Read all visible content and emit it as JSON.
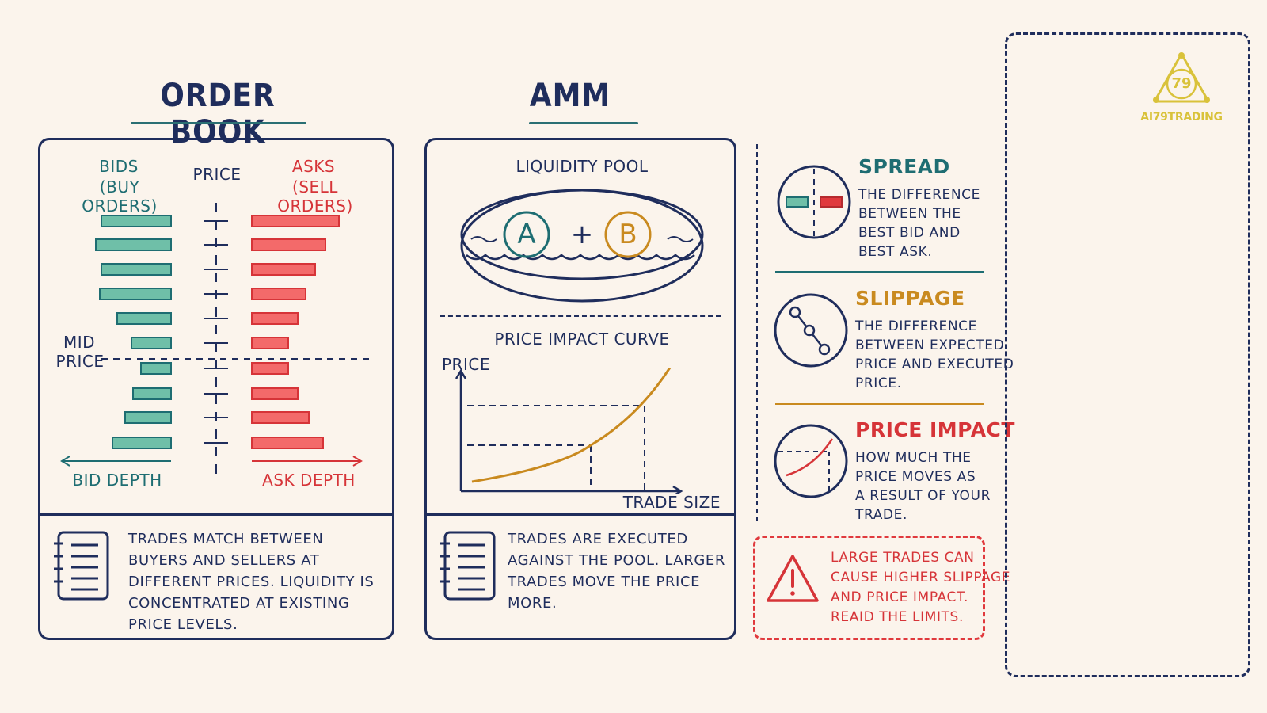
{
  "order_book": {
    "title": "ORDER BOOK",
    "bids_label": "BIDS",
    "bids_sub": "(BUY ORDERS)",
    "price_label": "PRICE",
    "asks_label": "ASKS",
    "asks_sub": "(SELL ORDERS)",
    "mid_label_1": "MID",
    "mid_label_2": "PRICE",
    "bid_depth": "BID DEPTH",
    "ask_depth": "ASK DEPTH",
    "note": "TRADES MATCH BETWEEN BUYERS AND SELLERS AT DIFFERENT PRICES. LIQUIDITY IS CONCENTRATED AT EXISTING PRICE LEVELS.",
    "bids_above_mid": [
      88,
      95,
      88,
      90,
      68,
      50
    ],
    "bids_below_mid": [
      38,
      48,
      58,
      74
    ],
    "asks_above_mid": [
      110,
      93,
      80,
      68,
      58,
      46
    ],
    "asks_below_mid": [
      46,
      58,
      72,
      90
    ]
  },
  "amm": {
    "title": "AMM",
    "pool_label": "LIQUIDITY POOL",
    "token_a": "A",
    "plus": "+",
    "token_b": "B",
    "curve_title": "PRICE IMPACT CURVE",
    "y_label": "PRICE",
    "x_label": "TRADE SIZE",
    "note": "TRADES ARE EXECUTED AGAINST THE POOL. LARGER TRADES MOVE THE PRICE MORE."
  },
  "concepts": [
    {
      "title": "SPREAD",
      "desc_lines": [
        "THE DIFFERENCE",
        "BETWEEN THE",
        "BEST BID AND",
        "BEST ASK."
      ],
      "color": "#1e6d72"
    },
    {
      "title": "SLIPPAGE",
      "desc_lines": [
        "THE DIFFERENCE",
        "BETWEEN EXPECTED",
        "PRICE AND EXECUTED",
        "PRICE."
      ],
      "color": "#c98a1f"
    },
    {
      "title": "PRICE IMPACT",
      "desc_lines": [
        "HOW MUCH THE",
        "PRICE MOVES AS",
        "A RESULT OF YOUR",
        "TRADE."
      ],
      "color": "#d63438"
    }
  ],
  "warning": {
    "lines": [
      "LARGE TRADES CAN",
      "CAUSE HIGHER SLIPPAGE",
      "AND PRICE IMPACT.",
      "REAID THE LIMITS."
    ]
  },
  "logo": {
    "number": "79",
    "brand": "AI79TRADING"
  },
  "colors": {
    "navy": "#1f2d5c",
    "teal": "#1e6d72",
    "bid_fill": "#6fbfa8",
    "ask_fill": "#f36a6a",
    "orange": "#c98a1f",
    "red": "#d63438",
    "gold": "#d9c23a"
  }
}
